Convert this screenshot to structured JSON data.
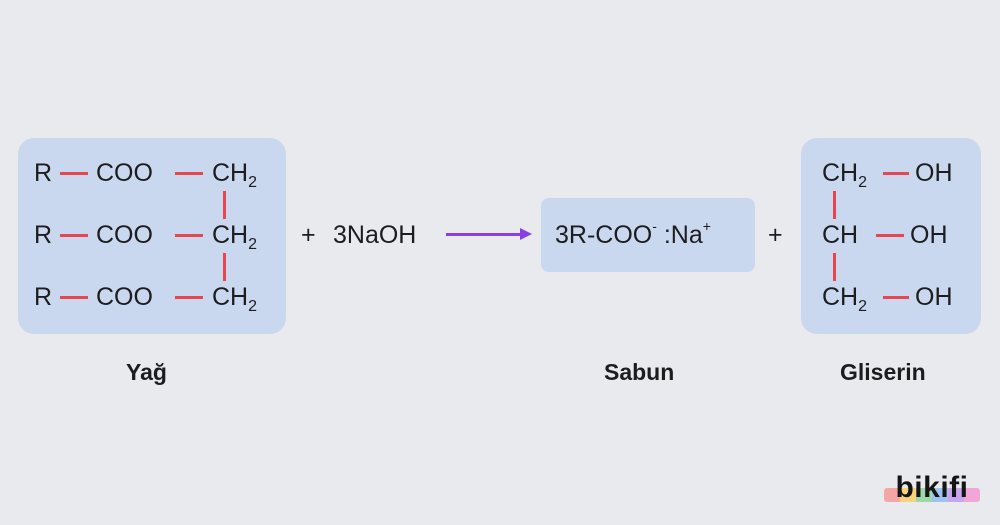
{
  "fat": {
    "rows": [
      {
        "r": "R",
        "group": "COO",
        "carbon": "CH",
        "sub": "2"
      },
      {
        "r": "R",
        "group": "COO",
        "carbon": "CH",
        "sub": "2"
      },
      {
        "r": "R",
        "group": "COO",
        "carbon": "CH",
        "sub": "2"
      }
    ],
    "label": "Yağ"
  },
  "reagent": {
    "plus": "+",
    "formula": "3NaOH"
  },
  "soap": {
    "formula": "3R-COO",
    "charge_minus": "-",
    "sodium": ":Na",
    "charge_plus": "+",
    "label": "Sabun"
  },
  "plus_second": "+",
  "glycerin": {
    "rows": [
      {
        "carbon": "CH",
        "sub": "2",
        "group": "OH"
      },
      {
        "carbon": "CH",
        "sub": "",
        "group": "OH"
      },
      {
        "carbon": "CH",
        "sub": "2",
        "group": "OH"
      }
    ],
    "label": "Gliserin"
  },
  "logo": {
    "text": "bikifi",
    "stripe_colors": [
      "#f4a6a6",
      "#f9d27a",
      "#9fd8a8",
      "#9ec3f0",
      "#c8a6ef",
      "#f0a6d6"
    ]
  },
  "colors": {
    "bond": "#e8454f",
    "arrow": "#8a3fe6",
    "box": "#c9d8ef",
    "background": "#e8eaee"
  }
}
